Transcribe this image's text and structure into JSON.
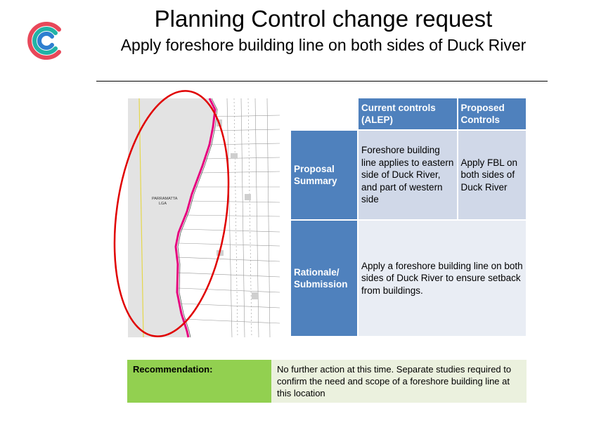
{
  "header": {
    "title": "Planning Control change request",
    "subtitle": "Apply foreshore building line on both sides of Duck River"
  },
  "map": {
    "label_line1": "PARRAMATTA",
    "label_line2": "LGA",
    "highlight_color": "#e6007e",
    "ellipse_color": "#e00000"
  },
  "summary_table": {
    "col_current": "Current controls (ALEP)",
    "col_proposed": "Proposed Controls",
    "row1_label": "Proposal Summary",
    "row1_current": "Foreshore building line applies to eastern side of Duck River, and part of western side",
    "row1_proposed": "Apply FBL on both sides of Duck River",
    "row2_label": "Rationale/ Submission",
    "row2_text": "Apply a foreshore building line on both sides of Duck River to ensure setback from  buildings."
  },
  "recommendation": {
    "label": "Recommendation:",
    "text": "No further action at this time. Separate studies required to confirm the need and scope of a foreshore building line at this location"
  },
  "colors": {
    "table_header": "#4f81bd",
    "cell_dark": "#d0d8e8",
    "cell_light": "#e9edf4",
    "rec_label_bg": "#92d050",
    "rec_text_bg": "#ebf1de"
  }
}
